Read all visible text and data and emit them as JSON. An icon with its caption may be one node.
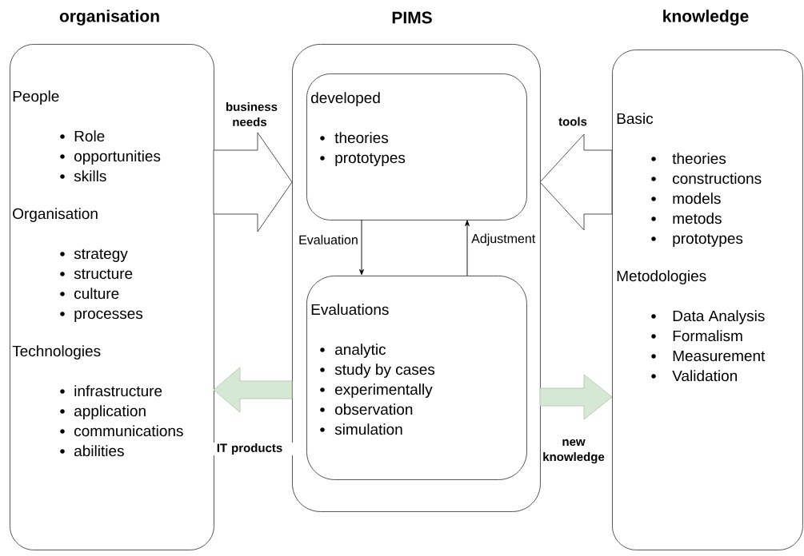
{
  "diagram": {
    "nodes": [
      {
        "text": [
          "organisation",
          "People",
          "Role",
          "opportunities",
          "skills",
          "Organisation",
          "strategy",
          "structure",
          "culture",
          "processes",
          "Technologies",
          "infrastructure",
          "application",
          "communications",
          "abilities"
        ]
      },
      {
        "text": [
          "PIMS"
        ]
      },
      {
        "text": [
          "developed",
          "theories",
          "prototypes"
        ],
        "in": 1
      },
      {
        "text": [
          "Evaluations",
          "analytic",
          "study by cases",
          "experimentally",
          "observation",
          "simulation"
        ],
        "in": 1
      },
      {
        "text": [
          "knowledge",
          "Basic",
          "theories",
          "constructions",
          "models",
          "metods",
          "prototypes",
          "Metodologies",
          "Data Analysis",
          "Formalism",
          "Measurement",
          "Validation"
        ]
      }
    ],
    "edges": [
      {
        "from": 0,
        "to": 1,
        "arrow": "to",
        "label": "business needs",
        "style": "thick"
      },
      {
        "from": 4,
        "to": 1,
        "arrow": "to",
        "label": "tools",
        "style": "thick"
      },
      {
        "from": 2,
        "to": 3,
        "arrow": "to",
        "label": "Evaluation"
      },
      {
        "from": 3,
        "to": 2,
        "arrow": "to",
        "label": "Adjustment"
      },
      {
        "from": 1,
        "to": 0,
        "arrow": "to",
        "label": "IT products",
        "style": "thick",
        "color": "#d5e8d4"
      },
      {
        "from": 1,
        "to": 4,
        "arrow": "to",
        "label": "new knowledge",
        "style": "thick",
        "color": "#d5e8d4"
      }
    ]
  }
}
